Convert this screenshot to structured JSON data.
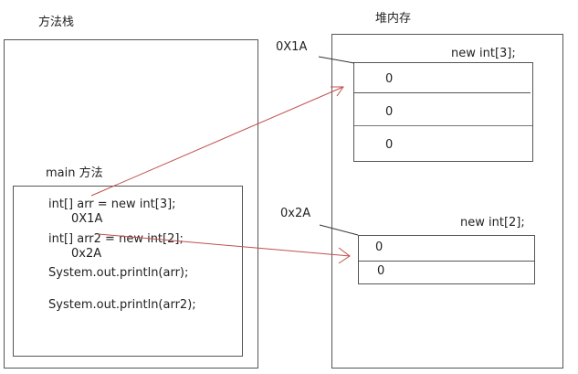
{
  "stack": {
    "title": "方法栈",
    "method_label": "main 方法",
    "code_lines": [
      "int[] arr = new int[3];",
      "0X1A",
      "int[] arr2 = new int[2];",
      "0x2A",
      "System.out.println(arr);",
      "System.out.println(arr2);"
    ]
  },
  "heap": {
    "title": "堆内存",
    "arrays": [
      {
        "address": "0X1A",
        "label": "new int[3];",
        "values": [
          "0",
          "0",
          "0"
        ]
      },
      {
        "address": "0x2A",
        "label": "new int[2];",
        "values": [
          "0",
          "0"
        ]
      }
    ]
  },
  "colors": {
    "border": "#555555",
    "reference_arrow": "#c0504d",
    "pointer_line": "#333333"
  }
}
